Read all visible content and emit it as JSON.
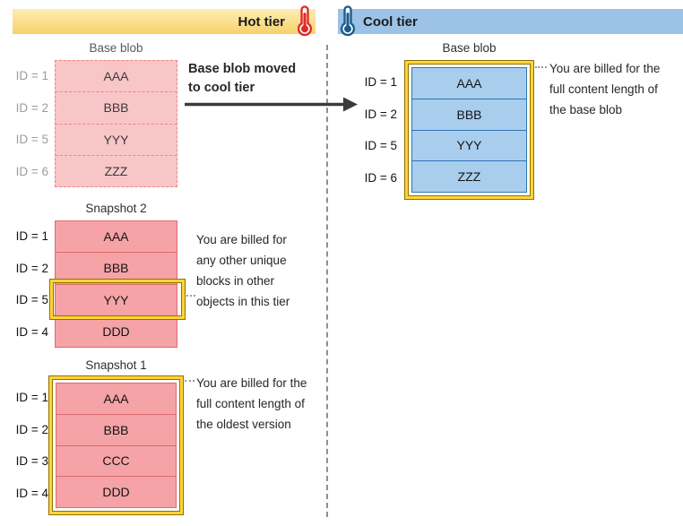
{
  "header": {
    "hot_label": "Hot tier",
    "cool_label": "Cool tier"
  },
  "transition": {
    "line1": "Base blob moved",
    "line2": "to cool tier"
  },
  "hot_tier": {
    "base_blob": {
      "title": "Base blob",
      "rows": [
        {
          "id": "ID = 1",
          "block": "AAA"
        },
        {
          "id": "ID = 2",
          "block": "BBB"
        },
        {
          "id": "ID = 5",
          "block": "YYY"
        },
        {
          "id": "ID = 6",
          "block": "ZZZ"
        }
      ]
    },
    "snapshot2": {
      "title": "Snapshot 2",
      "rows": [
        {
          "id": "ID = 1",
          "block": "AAA"
        },
        {
          "id": "ID = 2",
          "block": "BBB"
        },
        {
          "id": "ID = 5",
          "block": "YYY"
        },
        {
          "id": "ID = 4",
          "block": "DDD"
        }
      ],
      "highlighted_block": "YYY",
      "annotation": {
        "line1": "You are billed for",
        "line2": "any other unique",
        "line3": "blocks in other",
        "line4": "objects in this tier"
      }
    },
    "snapshot1": {
      "title": "Snapshot 1",
      "rows": [
        {
          "id": "ID = 1",
          "block": "AAA"
        },
        {
          "id": "ID = 2",
          "block": "BBB"
        },
        {
          "id": "ID = 3",
          "block": "CCC"
        },
        {
          "id": "ID = 4",
          "block": "DDD"
        }
      ],
      "annotation": {
        "line1": "You are billed for the",
        "line2": "full content length of",
        "line3": "the oldest version"
      }
    }
  },
  "cool_tier": {
    "base_blob": {
      "title": "Base blob",
      "rows": [
        {
          "id": "ID = 1",
          "block": "AAA"
        },
        {
          "id": "ID = 2",
          "block": "BBB"
        },
        {
          "id": "ID = 5",
          "block": "YYY"
        },
        {
          "id": "ID = 6",
          "block": "ZZZ"
        }
      ],
      "annotation": {
        "line1": "You are billed for the",
        "line2": "full content length of",
        "line3": "the base blob"
      }
    }
  },
  "colors": {
    "hot_bar": "#f6d26c",
    "cool_bar": "#9cc2e5",
    "hot_thermometer": "#e02b27",
    "cool_thermometer": "#1e5b8d",
    "base_blob_fill": "#f9c6c8",
    "base_blob_border": "#ee8588",
    "snapshot_fill": "#f5a3a6",
    "snapshot_border": "#dd6a6e",
    "cool_block_fill": "#a9ceed",
    "cool_block_border": "#2e75b6",
    "highlight_gold_dark": "#8f7000",
    "highlight_gold_bright": "#ffd43b",
    "arrow": "#3b3b3b"
  }
}
